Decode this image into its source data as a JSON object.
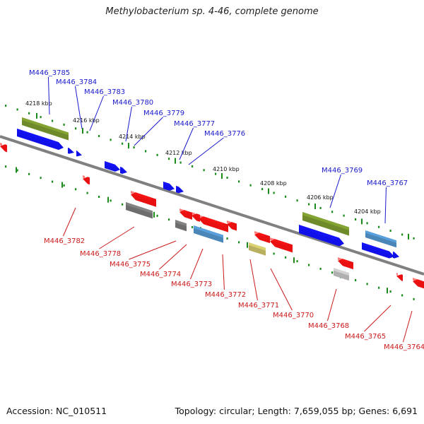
{
  "header": {
    "title": "Methylobacterium sp. 4-46, complete genome"
  },
  "footer": {
    "accession": "Accession: NC_010511",
    "summary": "Topology: circular; Length: 7,659,055 bp; Genes: 6,691"
  },
  "scale_labels": [
    "4218 kbp",
    "4216 kbp",
    "4214 kbp",
    "4212 kbp",
    "4210 kbp",
    "4208 kbp",
    "4206 kbp",
    "4204 kbp"
  ],
  "genes_forward": [
    "M446_3785",
    "M446_3784",
    "M446_3783",
    "M446_3780",
    "M446_3779",
    "M446_3777",
    "M446_3776",
    "M446_3769",
    "M446_3767"
  ],
  "genes_reverse": [
    "M446_3782",
    "M446_3778",
    "M446_3775",
    "M446_3774",
    "M446_3773",
    "M446_3772",
    "M446_3771",
    "M446_3770",
    "M446_3768",
    "M446_3765",
    "M446_3764"
  ],
  "colors": {
    "forward_label": "#1a1acc",
    "reverse_label": "#cc1a1a",
    "forward_gene": "#1010e8",
    "reverse_gene": "#e81010",
    "olive": "#6e8a2a",
    "gray": "#6e6e6e",
    "steel": "#4a86b8",
    "khaki": "#b8b060",
    "light_gray": "#b0b0b0",
    "backbone": "#808080",
    "tick": "#1a8a1a"
  }
}
